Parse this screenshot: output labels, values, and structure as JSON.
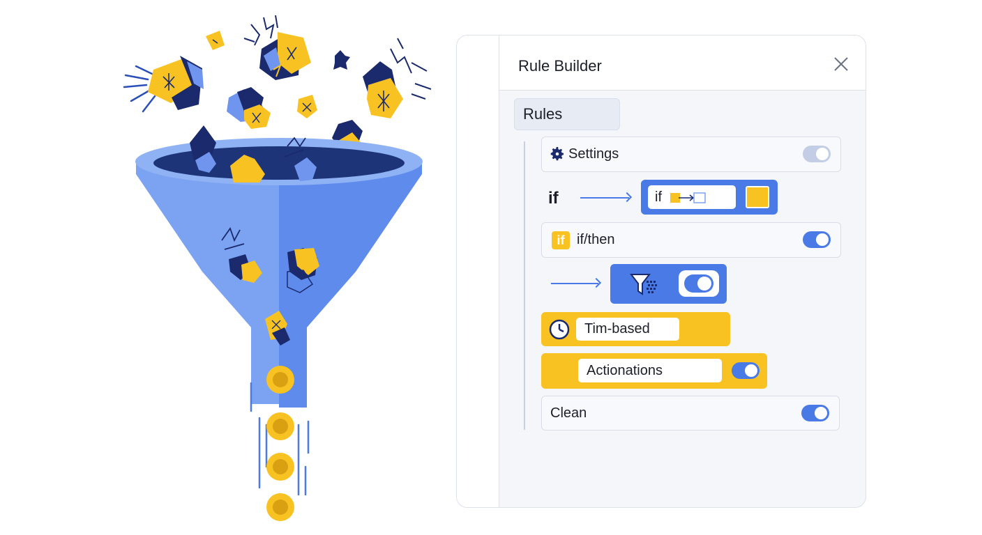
{
  "panel": {
    "title": "Rule Builder",
    "rules_tab": "Rules",
    "rows": {
      "settings": {
        "label": "Settings",
        "toggle_on": false
      },
      "if_label": "if",
      "if_input": "if",
      "if_then": {
        "badge": "if",
        "label": "if/then",
        "toggle_on": true
      },
      "filter_toggle_on": true,
      "time_based": {
        "label": "Tim-based"
      },
      "actionations": {
        "label": "Actionations",
        "toggle_on": true
      },
      "clean": {
        "label": "Clean",
        "toggle_on": true
      }
    }
  },
  "icons": {
    "close": "close-icon",
    "gear": "gear-icon",
    "funnel": "funnel-icon",
    "clock": "clock-icon"
  },
  "colors": {
    "accent_blue": "#4a7ae6",
    "accent_yellow": "#f8c322",
    "navy": "#1a2a6c",
    "funnel_light": "#7ba3f2",
    "funnel_dark": "#5f8cec"
  }
}
